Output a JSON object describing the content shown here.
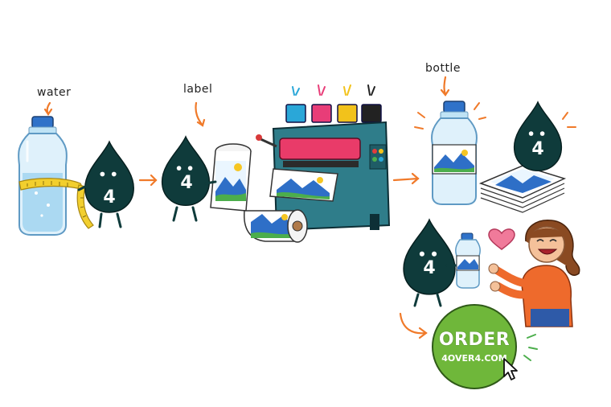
{
  "labels": {
    "water": "water",
    "label": "label",
    "bottle": "bottle"
  },
  "mascot_number": "4",
  "order_button": {
    "title": "ORDER",
    "url": "4OVER4.COM"
  },
  "icons": {
    "cursor": "pointer-cursor-icon",
    "heart": "heart-icon"
  },
  "colors": {
    "mascot": "#0f3b3b",
    "arrow": "#f07a2a",
    "order_green": "#6fb73a",
    "press_teal": "#2f7d8a",
    "ink_cyan": "#2aa7d8",
    "ink_magenta": "#e83d78",
    "ink_yellow": "#f2c21b",
    "ink_black": "#222222",
    "shirt_orange": "#ee6a2c",
    "heart_pink": "#f07a9a"
  }
}
